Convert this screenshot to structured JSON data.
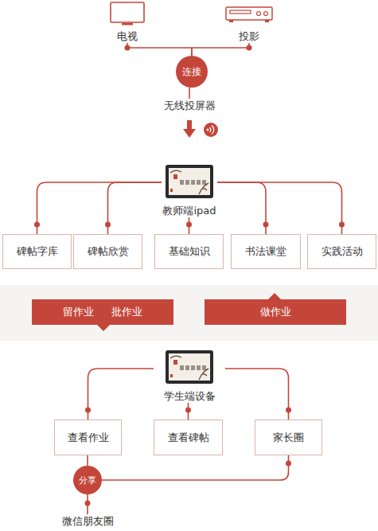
{
  "diagram": {
    "nodes": [
      {
        "text": [
          "电视"
        ]
      },
      {
        "text": [
          "投影"
        ]
      },
      {
        "text": [
          "连接"
        ]
      },
      {
        "text": [
          "无线投屏器"
        ]
      },
      {
        "text": [
          "教师端ipad"
        ]
      },
      {
        "text": [
          "碑帖字库"
        ]
      },
      {
        "text": [
          "碑帖欣赏"
        ]
      },
      {
        "text": [
          "基础知识"
        ]
      },
      {
        "text": [
          "书法课堂"
        ]
      },
      {
        "text": [
          "实践活动"
        ]
      },
      {
        "text": [
          "留作业",
          "批作业"
        ]
      },
      {
        "text": [
          "做作业"
        ]
      },
      {
        "text": [
          "学生端设备"
        ]
      },
      {
        "text": [
          "查看作业"
        ]
      },
      {
        "text": [
          "查看碑帖"
        ]
      },
      {
        "text": [
          "家长圈"
        ]
      },
      {
        "text": [
          "分享"
        ]
      },
      {
        "text": [
          "微信朋友圈"
        ]
      }
    ],
    "edges": [
      {
        "from": 0,
        "to": 2,
        "arrow": "none"
      },
      {
        "from": 1,
        "to": 2,
        "arrow": "none"
      },
      {
        "from": 2,
        "to": 3,
        "arrow": "none"
      },
      {
        "from": 3,
        "to": 4,
        "arrow": "to"
      },
      {
        "from": 4,
        "to": 5,
        "arrow": "none"
      },
      {
        "from": 4,
        "to": 6,
        "arrow": "none"
      },
      {
        "from": 4,
        "to": 7,
        "arrow": "none"
      },
      {
        "from": 4,
        "to": 8,
        "arrow": "none"
      },
      {
        "from": 4,
        "to": 9,
        "arrow": "none"
      },
      {
        "from": 12,
        "to": 13,
        "arrow": "none"
      },
      {
        "from": 12,
        "to": 14,
        "arrow": "none"
      },
      {
        "from": 12,
        "to": 15,
        "arrow": "none"
      },
      {
        "from": 13,
        "to": 16,
        "arrow": "none"
      },
      {
        "from": 16,
        "to": 15,
        "arrow": "none"
      },
      {
        "from": 16,
        "to": 17,
        "arrow": "none"
      }
    ]
  }
}
